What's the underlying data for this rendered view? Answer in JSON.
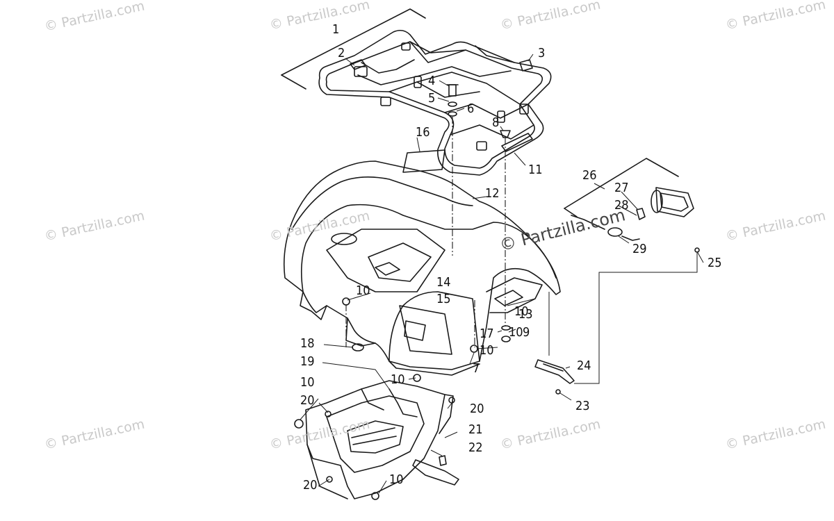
{
  "watermark": {
    "text": "© Partzilla.com",
    "center_text": "© Partzilla.com"
  },
  "callouts": [
    "1",
    "2",
    "3",
    "4",
    "5",
    "6",
    "7",
    "8",
    "9",
    "10",
    "10",
    "10",
    "10",
    "10",
    "10",
    "10",
    "11",
    "12",
    "13",
    "14",
    "15",
    "16",
    "17",
    "18",
    "19",
    "20",
    "20",
    "20",
    "21",
    "22",
    "23",
    "24",
    "25",
    "26",
    "27",
    "28",
    "29"
  ]
}
